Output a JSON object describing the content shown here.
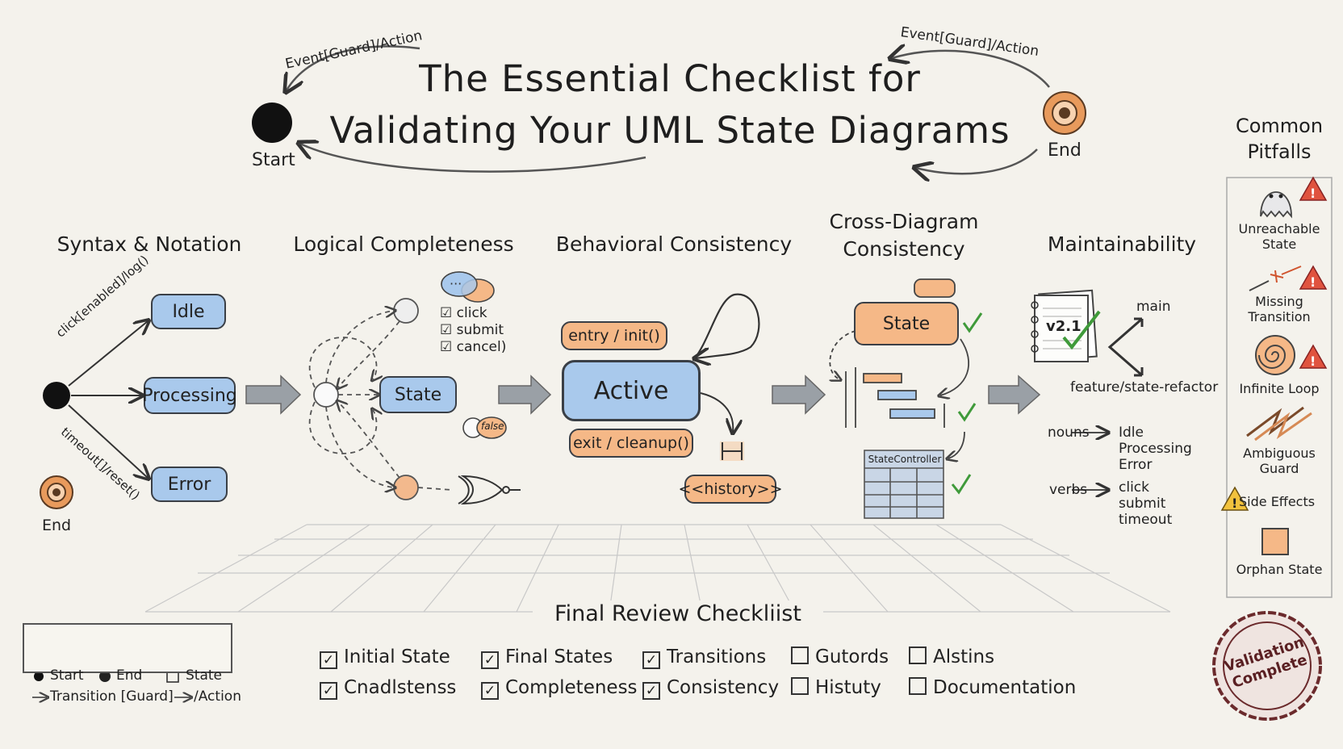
{
  "title": {
    "line1": "The Essential Checklist for",
    "line2": "Validating Your UML State Diagrams"
  },
  "header": {
    "start_label": "Start",
    "end_label": "End",
    "left_arrow_label": "Event[Guard]/Action",
    "right_arrow_label": "Event[Guard]/Action"
  },
  "sections": {
    "syntax": {
      "title": "Syntax & Notation",
      "states": [
        "Idle",
        "Processing",
        "Error"
      ],
      "edge_top": "click[enabled]/log()",
      "edge_bottom": "timeout[]/reset()",
      "end_label": "End"
    },
    "logical": {
      "title": "Logical Completeness",
      "state_label": "State",
      "events": [
        "click",
        "submit",
        "cancel)"
      ],
      "false_label": "false"
    },
    "behavioral": {
      "title": "Behavioral Consistency",
      "entry": "entry / init()",
      "active": "Active",
      "exit": "exit / cleanup()",
      "history": "<<history>>",
      "history_icon": "H"
    },
    "cross": {
      "title": "Cross-Diagram Consistency",
      "state_label": "State",
      "controller_label": "StateController"
    },
    "maint": {
      "title": "Maintainability",
      "version": "v2.1",
      "branch_main": "main",
      "branch_feature": "feature/state-refactor",
      "nouns_label": "nouns",
      "nouns": [
        "Idle",
        "Processing",
        "Error"
      ],
      "verbs_label": "verbs",
      "verbs": [
        "click",
        "submit",
        "timeout"
      ]
    }
  },
  "pitfalls": {
    "title": "Common Pitfalls",
    "items": [
      {
        "label": "Unreachable State",
        "icon": "ghost-icon"
      },
      {
        "label": "Missing Transition",
        "icon": "broken-arrow-icon"
      },
      {
        "label": "Infinite Loop",
        "icon": "spiral-icon"
      },
      {
        "label": "Ambiguous Guard",
        "icon": "zigzag-icon"
      },
      {
        "label": "Side Effects",
        "icon": "warning-icon"
      },
      {
        "label": "Orphan State",
        "icon": "square-icon"
      }
    ]
  },
  "final_checklist": {
    "title": "Final Review Checkliist",
    "items": [
      {
        "label": "Initial State",
        "checked": true
      },
      {
        "label": "Final States",
        "checked": true
      },
      {
        "label": "Transitions",
        "checked": true
      },
      {
        "label": "Gutords",
        "checked": false
      },
      {
        "label": "Alstins",
        "checked": false
      },
      {
        "label": "Cnadlstenss",
        "checked": true
      },
      {
        "label": "Completeness",
        "checked": true
      },
      {
        "label": "Consistency",
        "checked": true
      },
      {
        "label": "Histuty",
        "checked": false
      },
      {
        "label": "Documentation",
        "checked": false
      }
    ]
  },
  "legend": {
    "start": "Start",
    "end": "End",
    "state": "State",
    "transition": "Transition [Guard]",
    "action": "/Action"
  },
  "stamp": {
    "line1": "Validation",
    "line2": "Complete"
  },
  "colors": {
    "blue_state": "#a9c9ec",
    "orange_state": "#f5b887",
    "warning": "#e0533f",
    "check": "#3f9a3a"
  }
}
